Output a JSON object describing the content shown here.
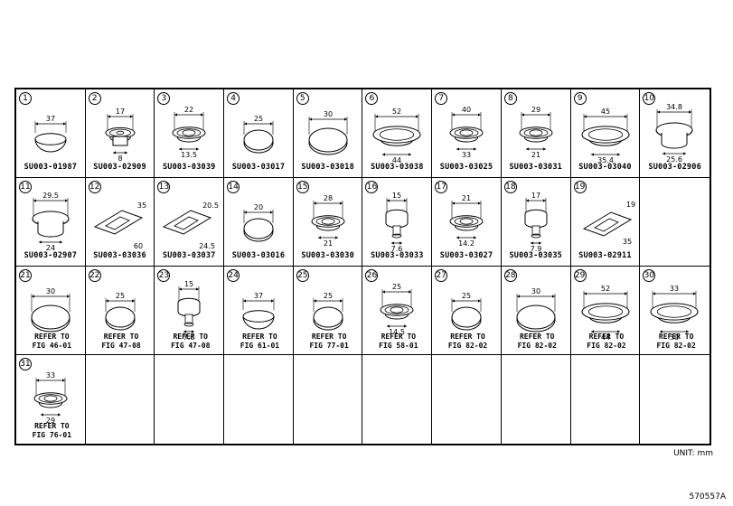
{
  "unit_label": "UNIT: mm",
  "figure_id": "570557A",
  "parts": [
    {
      "n": "1",
      "dims": [
        "37"
      ],
      "code": "SU003-01987",
      "ref": []
    },
    {
      "n": "2",
      "dims": [
        "17",
        "8"
      ],
      "code": "SU003-02909",
      "ref": []
    },
    {
      "n": "3",
      "dims": [
        "22",
        "13.5"
      ],
      "code": "SU003-03039",
      "ref": []
    },
    {
      "n": "4",
      "dims": [
        "25"
      ],
      "code": "SU003-03017",
      "ref": []
    },
    {
      "n": "5",
      "dims": [
        "30"
      ],
      "code": "SU003-03018",
      "ref": []
    },
    {
      "n": "6",
      "dims": [
        "52",
        "44"
      ],
      "code": "SU003-03038",
      "ref": []
    },
    {
      "n": "7",
      "dims": [
        "40",
        "33"
      ],
      "code": "SU003-03025",
      "ref": []
    },
    {
      "n": "8",
      "dims": [
        "29",
        "21"
      ],
      "code": "SU003-03031",
      "ref": []
    },
    {
      "n": "9",
      "dims": [
        "45",
        "35.4"
      ],
      "code": "SU003-03040",
      "ref": []
    },
    {
      "n": "10",
      "dims": [
        "34.8",
        "25.6"
      ],
      "code": "SU003-02906",
      "ref": []
    },
    {
      "n": "11",
      "dims": [
        "29.5",
        "24"
      ],
      "code": "SU003-02907",
      "ref": []
    },
    {
      "n": "12",
      "dims": [
        "35",
        "60"
      ],
      "code": "SU003-03036",
      "ref": []
    },
    {
      "n": "13",
      "dims": [
        "20.5",
        "24.5"
      ],
      "code": "SU003-03037",
      "ref": []
    },
    {
      "n": "14",
      "dims": [
        "20"
      ],
      "code": "SU003-03016",
      "ref": []
    },
    {
      "n": "15",
      "dims": [
        "28",
        "21"
      ],
      "code": "SU003-03030",
      "ref": []
    },
    {
      "n": "16",
      "dims": [
        "15",
        "7.6"
      ],
      "code": "SU003-03033",
      "ref": []
    },
    {
      "n": "17",
      "dims": [
        "21",
        "14.2"
      ],
      "code": "SU003-03027",
      "ref": []
    },
    {
      "n": "18",
      "dims": [
        "17",
        "7.9"
      ],
      "code": "SU003-03035",
      "ref": []
    },
    {
      "n": "19",
      "dims": [
        "19",
        "35"
      ],
      "code": "SU003-02911",
      "ref": []
    },
    {
      "n": "21",
      "dims": [
        "30"
      ],
      "code": "",
      "ref": [
        "REFER TO",
        "FIG 46-01"
      ]
    },
    {
      "n": "22",
      "dims": [
        "25"
      ],
      "code": "",
      "ref": [
        "REFER TO",
        "FIG 47-08"
      ]
    },
    {
      "n": "23",
      "dims": [
        "15",
        "7.6"
      ],
      "code": "",
      "ref": [
        "REFER TO",
        "FIG 47-08"
      ]
    },
    {
      "n": "24",
      "dims": [
        "37"
      ],
      "code": "",
      "ref": [
        "REFER TO",
        "FIG 61-01"
      ]
    },
    {
      "n": "25",
      "dims": [
        "25"
      ],
      "code": "",
      "ref": [
        "REFER TO",
        "FIG 77-01"
      ]
    },
    {
      "n": "26",
      "dims": [
        "25",
        "14.5"
      ],
      "code": "",
      "ref": [
        "REFER TO",
        "FIG 58-01"
      ]
    },
    {
      "n": "27",
      "dims": [
        "25"
      ],
      "code": "",
      "ref": [
        "REFER TO",
        "FIG 82-02"
      ]
    },
    {
      "n": "28",
      "dims": [
        "30"
      ],
      "code": "",
      "ref": [
        "REFER TO",
        "FIG 82-02"
      ]
    },
    {
      "n": "29",
      "dims": [
        "52",
        "44"
      ],
      "code": "",
      "ref": [
        "REFER TO",
        "FIG 82-02"
      ]
    },
    {
      "n": "30",
      "dims": [
        "33",
        "30"
      ],
      "code": "",
      "ref": [
        "REFER TO",
        "FIG 82-02"
      ]
    },
    {
      "n": "31",
      "dims": [
        "33",
        "29"
      ],
      "code": "",
      "ref": [
        "REFER TO",
        "FIG 76-01"
      ]
    }
  ]
}
